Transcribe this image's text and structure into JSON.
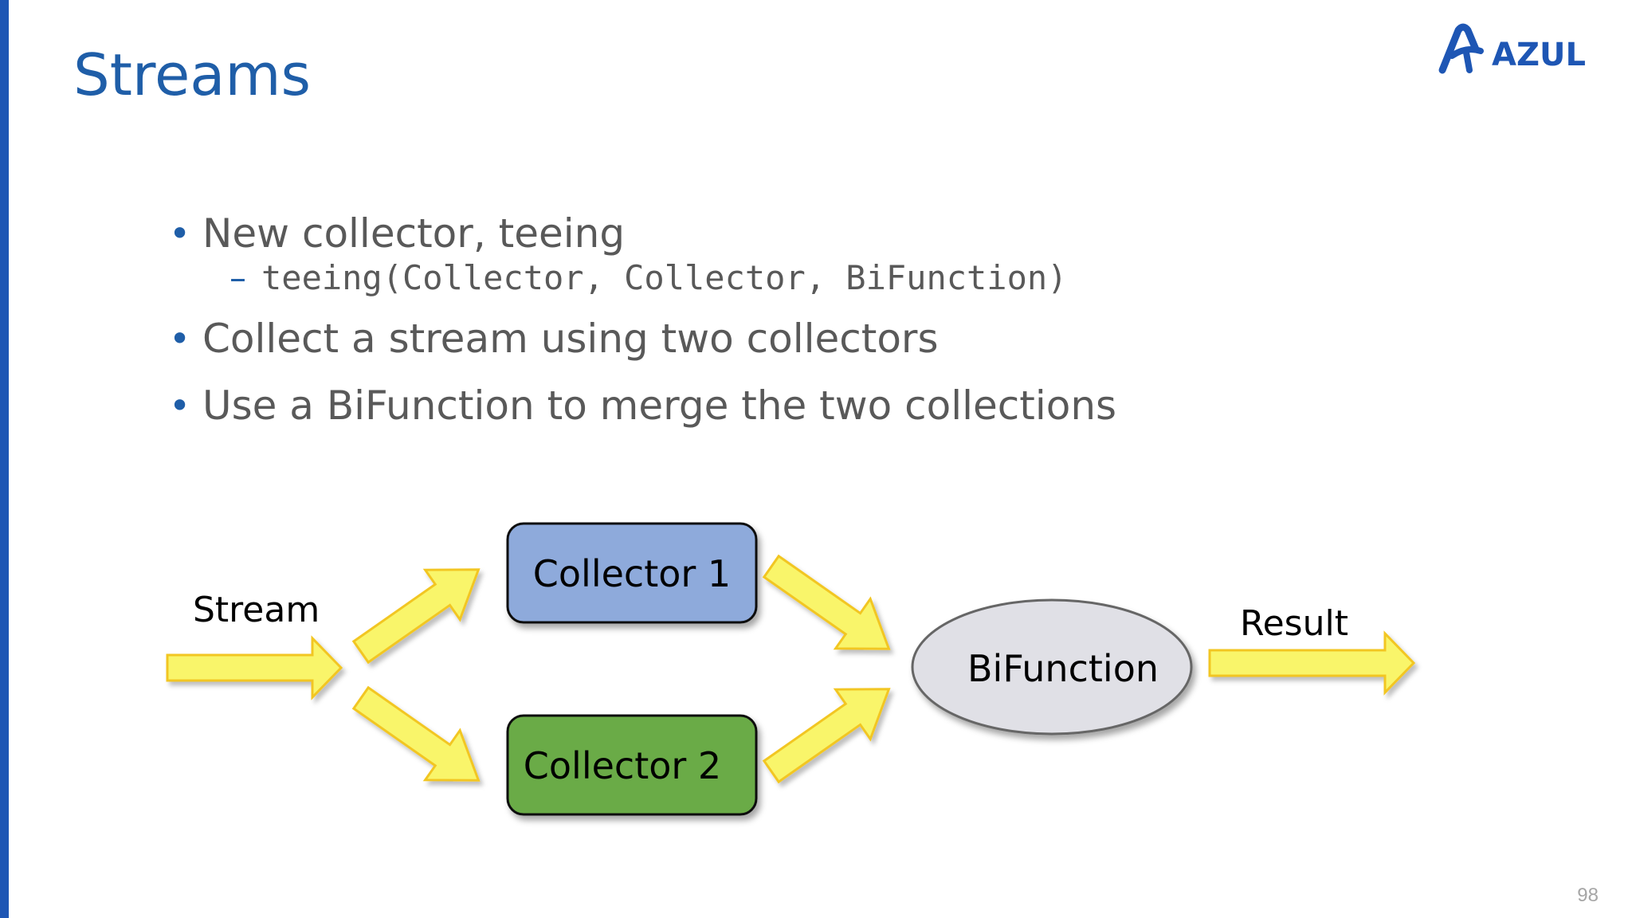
{
  "slide": {
    "title": "Streams",
    "page_number": "98"
  },
  "logo": {
    "text": "AZUL",
    "icon": "azul-logo-icon"
  },
  "bullets": [
    {
      "text": "New collector, teeing"
    },
    {
      "text": "Collect a stream using two collectors"
    },
    {
      "text": "Use a BiFunction to merge the two collections"
    }
  ],
  "sub_bullets": [
    {
      "text": "teeing(Collector, Collector, BiFunction)"
    }
  ],
  "diagram": {
    "stream_label": "Stream",
    "collector1_label": "Collector 1",
    "collector2_label": "Collector 2",
    "bifunction_label": "BiFunction",
    "result_label": "Result"
  },
  "colors": {
    "title": "#1f5ea8",
    "left_bar": "#1e56b4",
    "collector1_fill": "#8eaadb",
    "collector2_fill": "#6aab46",
    "bifunction_fill": "#e0e0e6",
    "arrow_fill": "#f9f56a",
    "arrow_stroke": "#f2c624"
  }
}
